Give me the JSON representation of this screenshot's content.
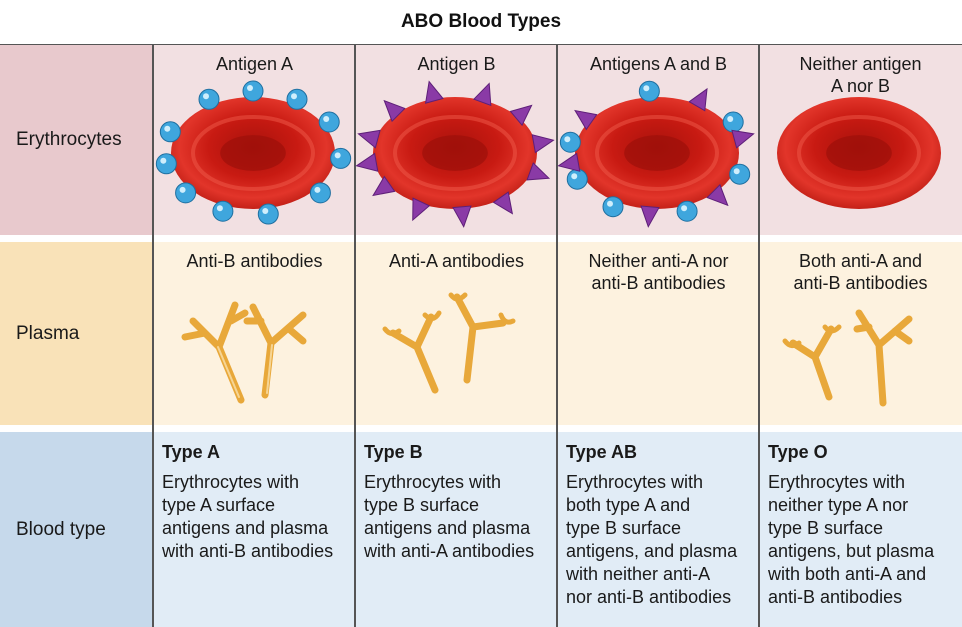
{
  "title": "ABO Blood Types",
  "row_labels": {
    "erythrocytes": "Erythrocytes",
    "plasma": "Plasma",
    "blood_type": "Blood type"
  },
  "columns": [
    {
      "antigen": "Antigen A",
      "antibody": "Anti-B antibodies",
      "type_name": "Type A",
      "type_desc": "Erythrocytes with\ntype A surface\nantigens and plasma\nwith anti-B antibodies"
    },
    {
      "antigen": "Antigen B",
      "antibody": "Anti-A antibodies",
      "type_name": "Type B",
      "type_desc": "Erythrocytes with\ntype B surface\nantigens and plasma\nwith anti-A antibodies"
    },
    {
      "antigen": "Antigens A and B",
      "antibody": "Neither anti-A nor\nanti-B antibodies",
      "type_name": "Type AB",
      "type_desc": "Erythrocytes with\nboth type A and\ntype B surface\nantigens, and plasma\nwith neither anti-A\nnor anti-B antibodies"
    },
    {
      "antigen": "Neither antigen\nA nor B",
      "antibody": "Both anti-A and\nanti-B antibodies",
      "type_name": "Type O",
      "type_desc": "Erythrocytes with\nneither type A nor\ntype B surface\nantigens, but plasma\nwith both anti-A and\nanti-B antibodies"
    }
  ],
  "colors": {
    "cell_red": "#c81a12",
    "antigen_a": "#3fa6dd",
    "antigen_b": "#8a3aa6",
    "antibody": "#e8a83a"
  }
}
